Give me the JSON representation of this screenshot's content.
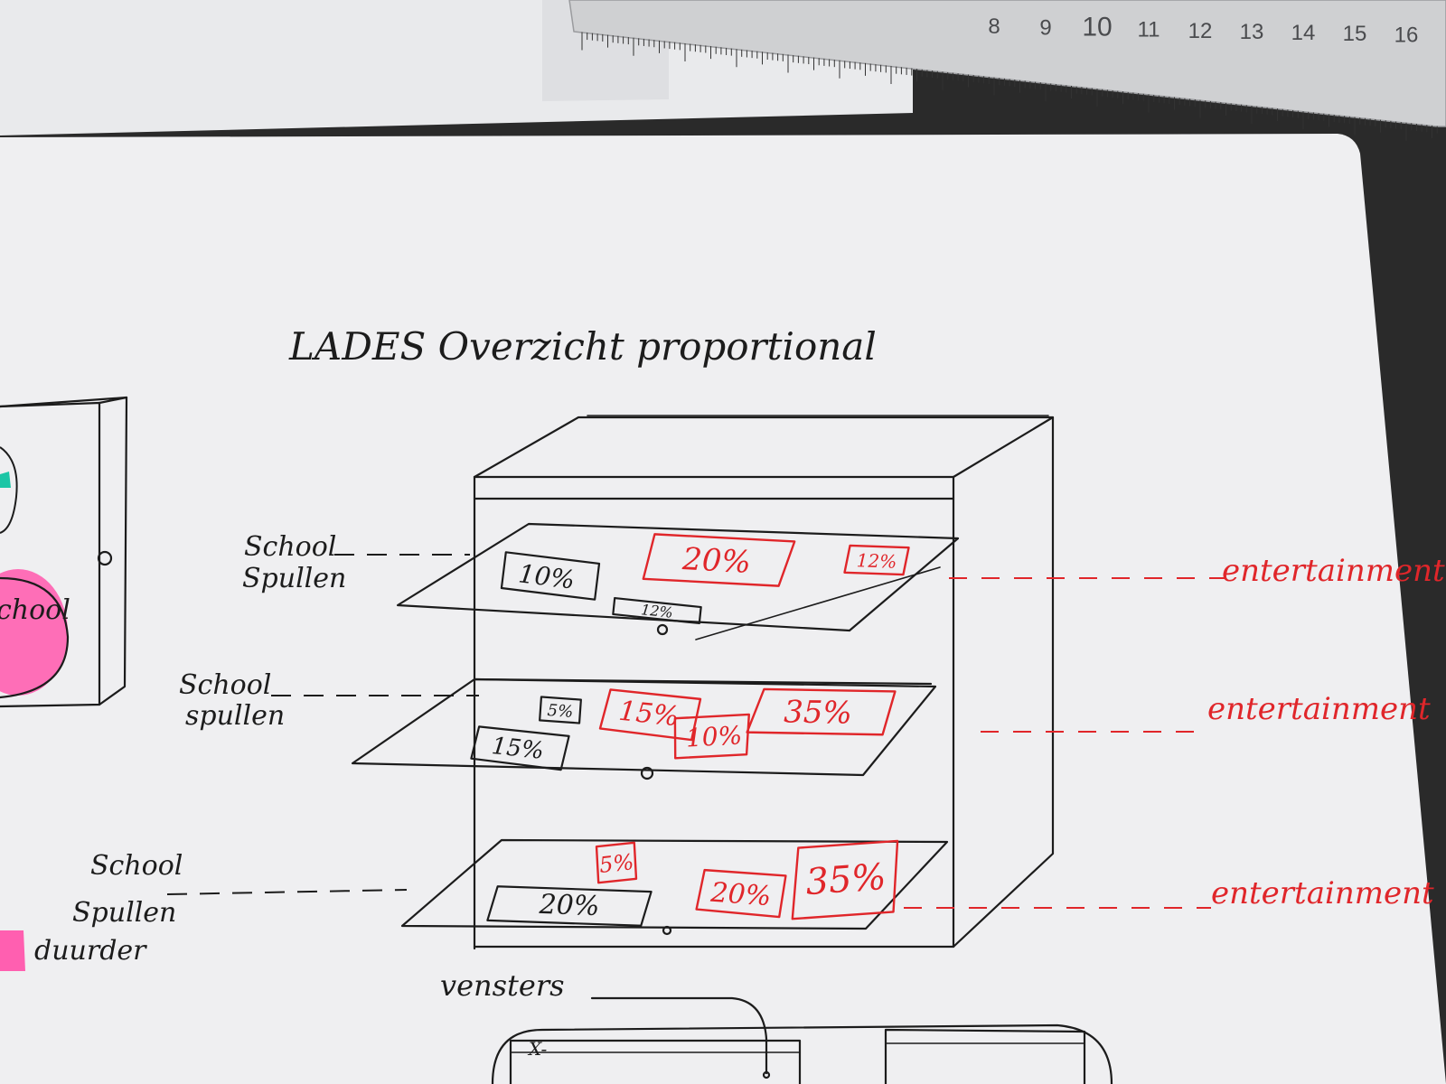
{
  "title": "LADES Overzicht proportional",
  "ruler": {
    "numbers": [
      "8",
      "9",
      "10",
      "11",
      "12",
      "13",
      "14",
      "15",
      "16"
    ]
  },
  "drawers": [
    {
      "left_label": "School Spullen",
      "right_label": "entertainment",
      "black_tags": [
        "10%",
        "12%"
      ],
      "red_tags": [
        "20%",
        "12%"
      ]
    },
    {
      "left_label": "School spullen",
      "right_label": "entertainment",
      "black_tags": [
        "5%",
        "15%"
      ],
      "red_tags": [
        "15%",
        "10%",
        "35%"
      ]
    },
    {
      "left_label": "School Spullen duurder",
      "right_label": "entertainment",
      "black_tags": [
        "20%"
      ],
      "red_tags": [
        "5%",
        "20%",
        "35%"
      ]
    }
  ],
  "left_sketch": {
    "fragment_text": "chool"
  },
  "bottom": {
    "label": "vensters",
    "window_mark": "X-"
  },
  "colors": {
    "ink": "#1c1c1c",
    "red_marker": "#e0262a",
    "paper": "#efeff1",
    "pink_highlighter": "#ff5fb0",
    "teal_marker": "#1cc6a6",
    "ruler": "#cfd0d2"
  }
}
